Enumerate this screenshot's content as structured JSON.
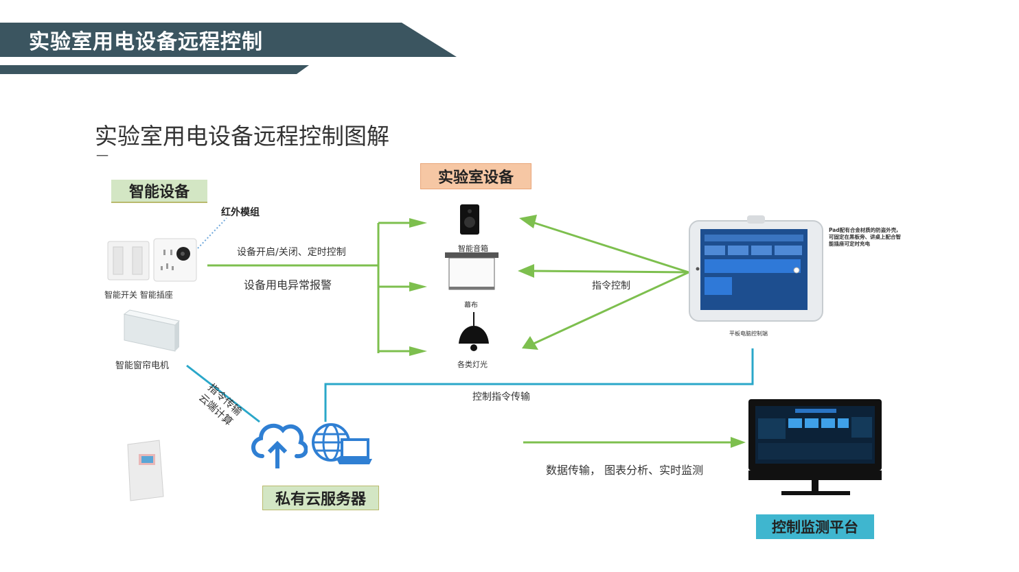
{
  "banner": {
    "title": "实验室用电设备远程控制"
  },
  "diagram": {
    "title": "实验室用电设备远程控制图解",
    "title_stray_char": "一"
  },
  "nodes": {
    "smart_devices": "智能设备",
    "lab_devices": "实验室设备",
    "private_cloud": "私有云服务器",
    "monitor_platform": "控制监测平台"
  },
  "device_labels": {
    "infrared_module": "红外模组",
    "smart_switch_socket": "智能开关 智能插座",
    "curtain_motor": "智能窗帘电机",
    "smart_speaker": "智能音箱",
    "screen": "幕布",
    "lights": "各类灯光",
    "tablet": "平板电脑控制端"
  },
  "edge_labels": {
    "on_off_timer": "设备开启/关闭、定时控制",
    "power_alarm": "设备用电异常报警",
    "command_control": "指令控制",
    "command_transfer": "控制指令传输",
    "data_transfer": "数据传输，  图表分析、实时监测",
    "cloud_line1": "指令传输",
    "cloud_line2": "云端计算"
  },
  "tablet_note": "Pad配有合金材质的防盗外壳,\n可固定在黑板旁、讲桌上配合智\n能插座可定时充电",
  "colors": {
    "banner_dark": "#3b5560",
    "arrow_green": "#7dbf4e",
    "cloud_line": "#2aa7c9",
    "platform_blue": "#3fb6cf"
  }
}
